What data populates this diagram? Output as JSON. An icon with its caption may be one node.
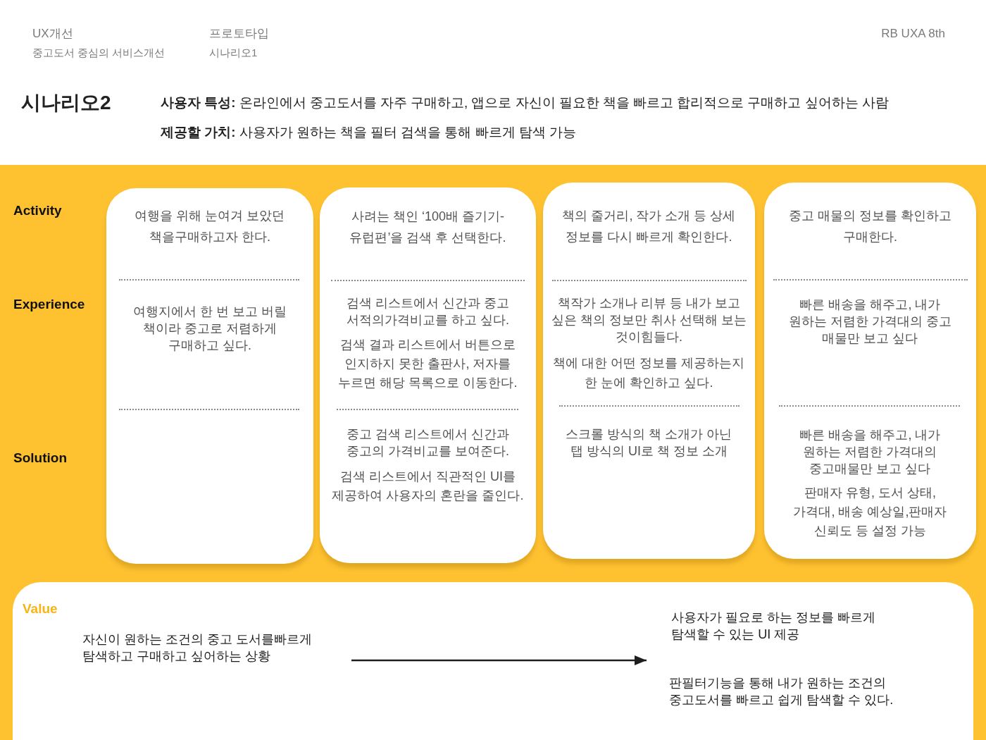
{
  "diagram": {
    "title": "시나리오2",
    "nodes": [
      {
        "text": [
          "여행을 위해 눈여겨 보았던 책을구매하고자 한다.",
          "여행지에서 한 번 보고 버릴 책이라 중고로 저렴하게 구매하고 싶다."
        ]
      },
      {
        "text": [
          "사려는 책인 ‘100배 즐기기-유럽편’을 검색 후 선택한다.",
          "검색 리스트에서 신간과 중고 서적의가격비교를 하고 싶다.",
          "검색 결과 리스트에서 버튼으로 인지하지 못한 출판사, 저자를 누르면 해당 목록으로 이동한다.",
          "중고 검색 리스트에서 신간과 중고의 가격비교를 보여준다.",
          "검색 리스트에서 직관적인 UI를 제공하여 사용자의 혼란을 줄인다."
        ]
      },
      {
        "text": [
          "책의 줄거리, 작가 소개 등 상세 정보를 다시 빠르게 확인한다.",
          "책작가 소개나 리뷰 등 내가 보고 싶은 책의 정보만 취사 선택해 보는 것이힘들다.",
          "책에 대한 어떤 정보를 제공하는지 한 눈에 확인하고 싶다.",
          "스크롤 방식의 책 소개가 아닌 탭 방식의 UI로 책 정보 소개"
        ]
      },
      {
        "text": [
          "중고 매물의 정보를 확인하고 구매한다.",
          "빠른 배송을 해주고, 내가 원하는 저렴한 가격대의 중고 매물만 보고 싶다",
          "빠른 배송을 해주고, 내가 원하는 저렴한 가격대의 중고매물만 보고 싶다",
          "판매자 유형, 도서 상태, 가격대, 배송 예상일,판매자 신뢰도 등 설정 가능"
        ]
      },
      {
        "text": [
          "Value"
        ]
      },
      {
        "text": [
          "자신이 원하는 조건의 중고 도서를빠르게 탐색하고 구매하고 싶어하는 상황"
        ],
        "in": 4
      },
      {
        "text": [
          "사용자가 필요로 하는 정보를 빠르게 탐색할 수 있는 UI 제공",
          "판필터기능을 통해 내가 원하는 조건의 중고도서를 빠르고 쉽게 탐색할 수 있다."
        ],
        "in": 4
      }
    ],
    "edges": [
      {
        "from": 5,
        "to": 6,
        "arrow": "to"
      }
    ],
    "labels": [
      "UX개선",
      "중고도서 중심의 서비스개선",
      "프로토타입",
      "시나리오1",
      "RB UXA 8th",
      "**사용자 특성:** 온라인에서 중고도서를 자주 구매하고, 앱으로 자신이 필요한 책을 빠르고 합리적으로 구매하고 싶어하는 사람",
      "**제공할 가치:** 사용자가 원하는 책을 필터 검색을 통해 빠르게 탐색 가능",
      "Activity",
      "Experience",
      "Solution"
    ]
  }
}
